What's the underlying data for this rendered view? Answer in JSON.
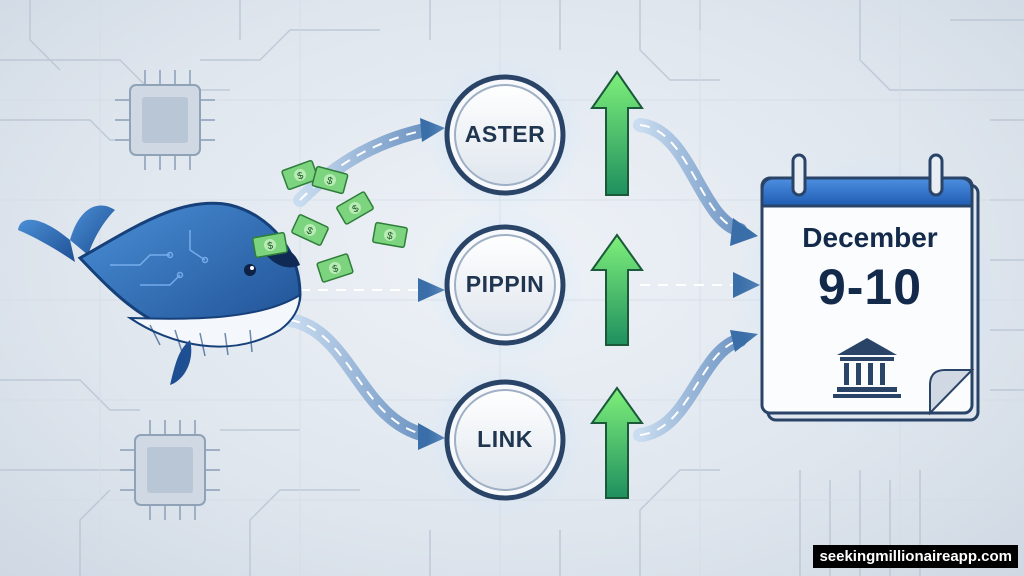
{
  "coins": [
    {
      "label": "ASTER",
      "trend": "up"
    },
    {
      "label": "PIPPIN",
      "trend": "up"
    },
    {
      "label": "LINK",
      "trend": "up"
    }
  ],
  "calendar": {
    "month": "December",
    "days": "9-10"
  },
  "watermark": "seekingmillionaireapp.com",
  "colors": {
    "accent_blue": "#2f6db3",
    "arrow_green": "#35c25a",
    "text_dark": "#132a4a",
    "cash_green": "#5fbf6a"
  },
  "icons": [
    "whale-icon",
    "cash-icon",
    "chip-icon",
    "arrow-up-icon",
    "calendar-icon",
    "bank-icon"
  ]
}
